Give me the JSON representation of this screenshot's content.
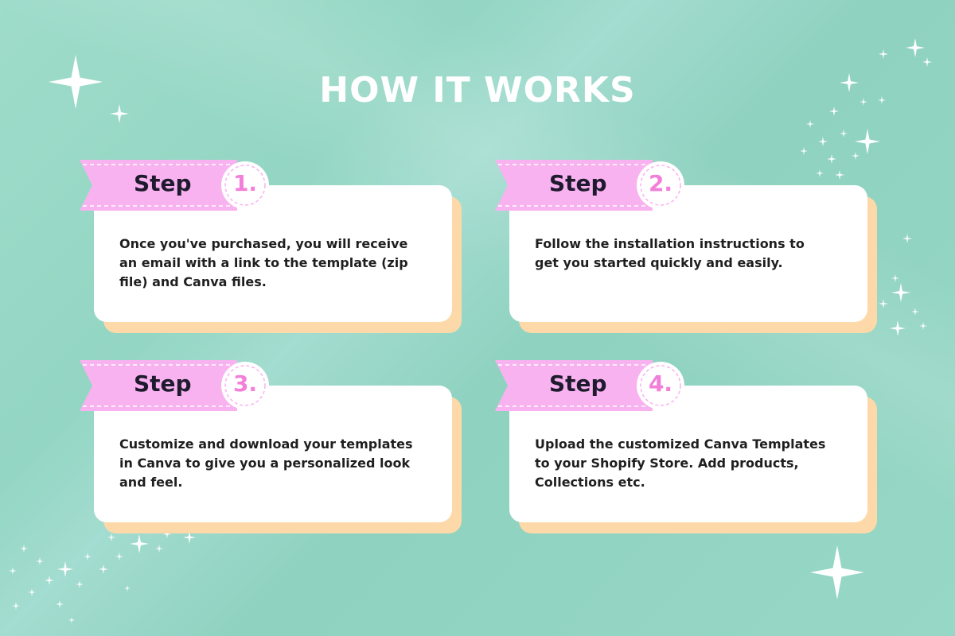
{
  "title": "HOW IT WORKS",
  "colors": {
    "background": "#97d7c5",
    "ribbon": "#f9b2f0",
    "number": "#f27fd8",
    "card": "#ffffff",
    "card_shadow": "#fdd9a9",
    "step_text": "#1e1b2e"
  },
  "steps": [
    {
      "label": "Step",
      "number": "1.",
      "text": "Once you've purchased, you will receive an email with a link to the template (zip file) and Canva files."
    },
    {
      "label": "Step",
      "number": "2.",
      "text": "Follow the installation instructions to get you started quickly and easily."
    },
    {
      "label": "Step",
      "number": "3.",
      "text": "Customize and download your templates in Canva to give you a personalized look and feel."
    },
    {
      "label": "Step",
      "number": "4.",
      "text": "Upload the customized Canva Templates to your Shopify Store. Add products, Collections etc."
    }
  ],
  "decorations": [
    "sparkle-icon"
  ]
}
